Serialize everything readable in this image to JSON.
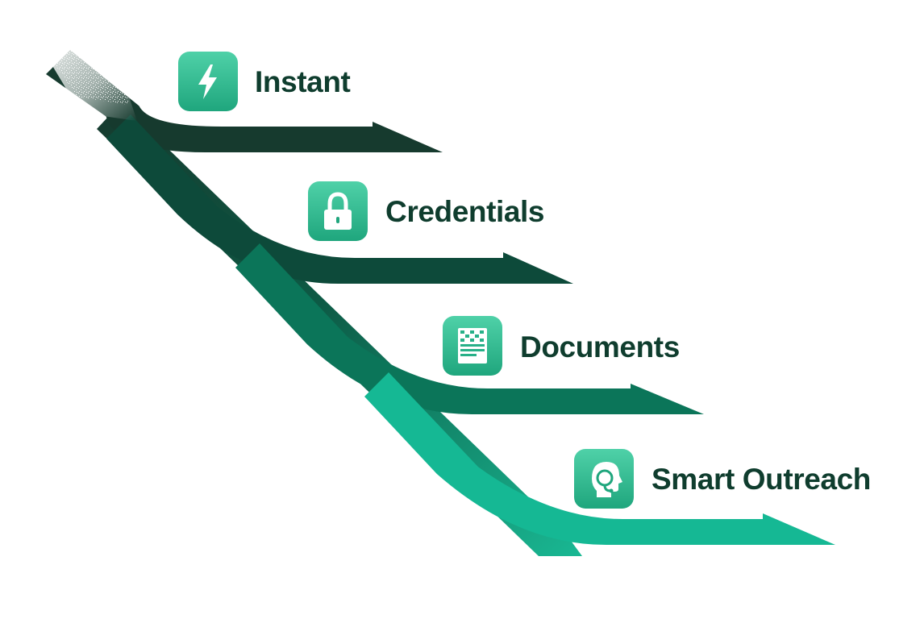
{
  "steps": [
    {
      "label": "Instant",
      "icon": "lightning-bolt-icon",
      "arrow_color": "#163a2e"
    },
    {
      "label": "Credentials",
      "icon": "padlock-icon",
      "arrow_color": "#0d4a3a"
    },
    {
      "label": "Documents",
      "icon": "document-icon",
      "arrow_color": "#0b7559"
    },
    {
      "label": "Smart Outreach",
      "icon": "headset-person-icon",
      "arrow_color": "#15b894"
    }
  ],
  "colors": {
    "text": "#0f3d2e",
    "icon_tile_top": "#4fd1a8",
    "icon_tile_bottom": "#1fa67d",
    "icon_glyph": "#ffffff"
  }
}
